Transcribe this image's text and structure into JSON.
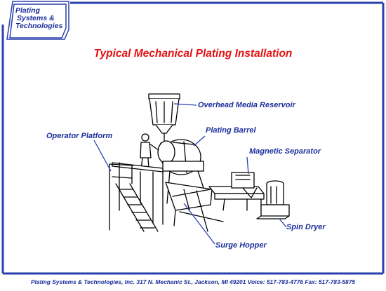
{
  "logo": {
    "lines": [
      "Plating",
      "Systems &",
      "Technologies"
    ]
  },
  "title": "Typical Mechanical Plating Installation",
  "callouts": {
    "overhead_media_reservoir": "Overhead Media Reservoir",
    "plating_barrel": "Plating Barrel",
    "operator_platform": "Operator Platform",
    "magnetic_separator": "Magnetic Separator",
    "spin_dryer": "Spin Dryer",
    "surge_hopper": "Surge Hopper"
  },
  "footer": "Plating Systems & Technologies, Inc.  317 N. Mechanic St., Jackson, MI 49201 Voice:  517-783-4776  Fax: 517-783-5875",
  "colors": {
    "brand_blue": "#1b2f9c",
    "title_red": "#e41212",
    "border": "#2a3fae"
  }
}
